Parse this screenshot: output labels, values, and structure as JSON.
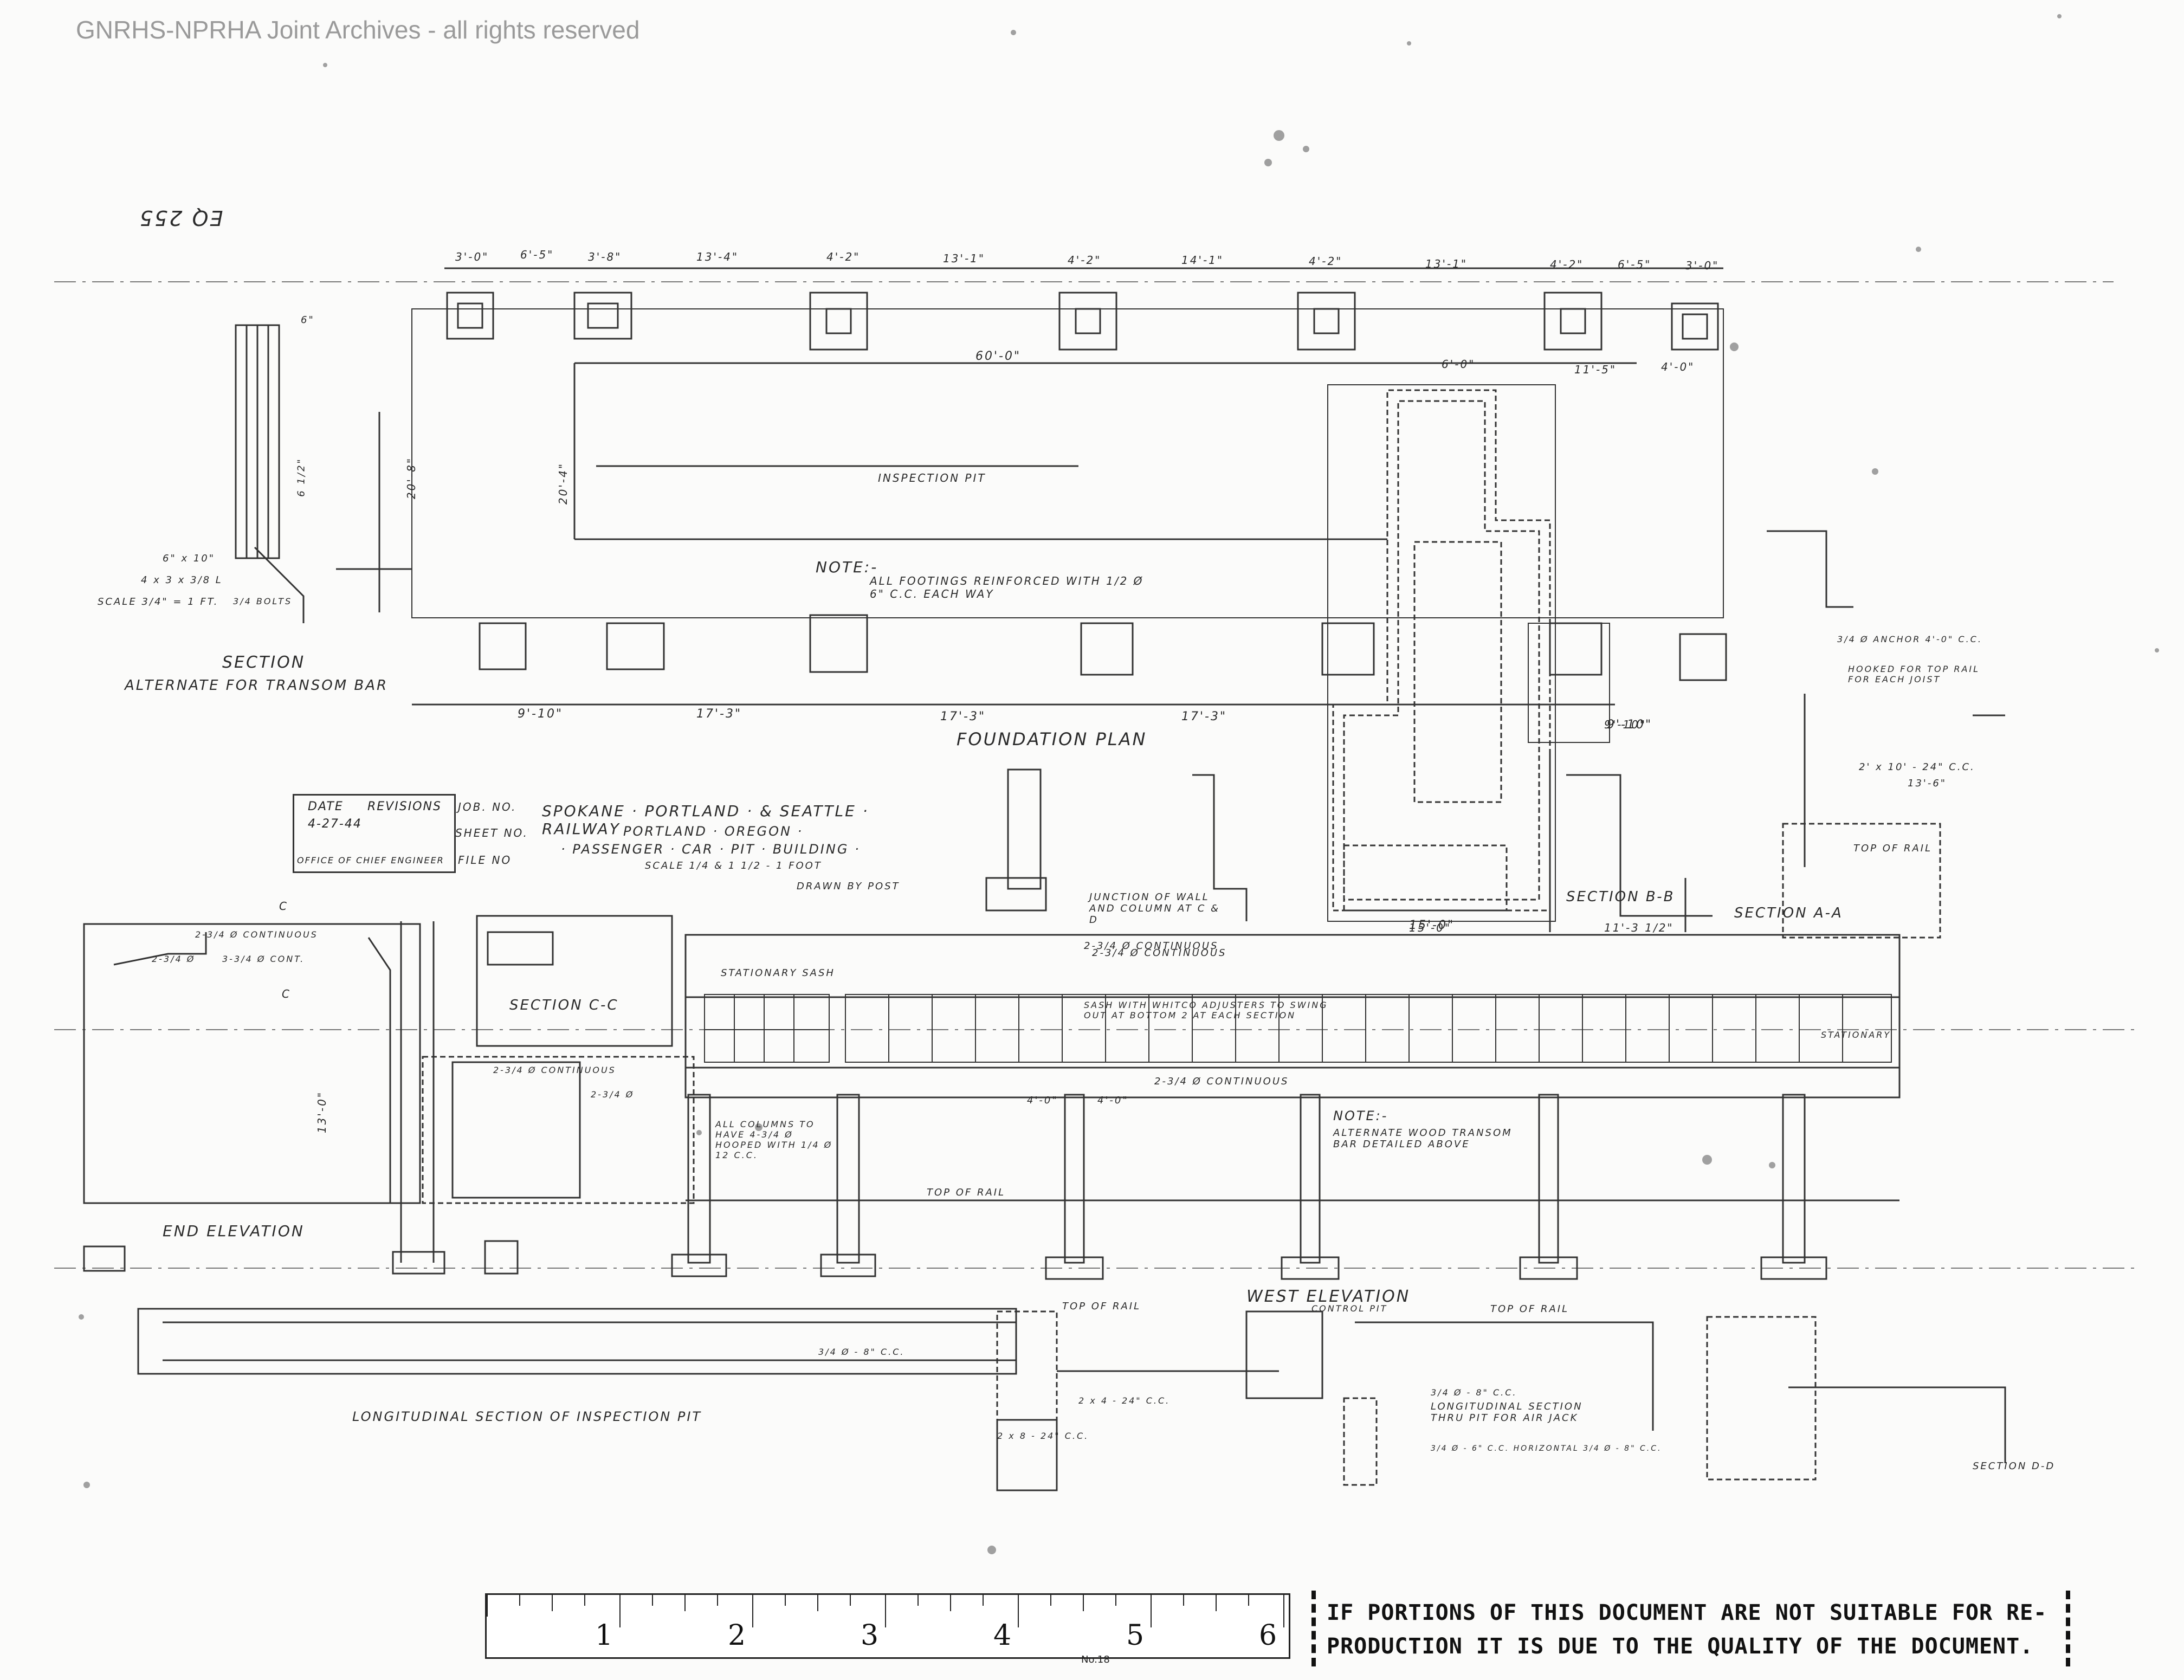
{
  "watermark": "GNRHS-NPRHA Joint Archives - all rights reserved",
  "drawing_number_top": "EQ 255",
  "foundation_plan": {
    "title": "FOUNDATION PLAN",
    "pit_label": "INSPECTION PIT",
    "note_heading": "NOTE:-",
    "note_text": "ALL FOOTINGS REINFORCED WITH 1/2 Ø 6\" C.C. EACH WAY",
    "dims_top": [
      "3'-0\"",
      "6'-5\"",
      "3'-8\"",
      "13'-4\"",
      "4'-2\"",
      "13'-1\"",
      "4'-2\"",
      "14'-1\"",
      "4'-2\"",
      "13'-1\"",
      "4'-2\"",
      "6'-5\"",
      "3'-0\""
    ],
    "dims_bottom": [
      "9'-10\"",
      "17'-3\"",
      "17'-3\"",
      "17'-3\"",
      "9'-10\""
    ],
    "overall_length": "60'-0\"",
    "width_dims": [
      "20'-8\"",
      "20'-4\"",
      "11'-5\"",
      "4'-0\"",
      "6'-0\"",
      "15'-0\""
    ]
  },
  "transom_section": {
    "title": "SECTION",
    "subtitle": "ALTERNATE FOR TRANSOM BAR",
    "scale": "SCALE 3/4\" = 1 FT.",
    "labels": [
      "6\" x 10\"",
      "4 x 3 x 3/8 L",
      "3/4 BOLTS",
      "6\"",
      "6 1/2\""
    ]
  },
  "title_block": {
    "table": {
      "date_head": "DATE",
      "revisions_head": "REVISIONS",
      "date": "4-27-44",
      "office": "OFFICE OF CHIEF ENGINEER",
      "job": "JOB. NO.",
      "sheet": "SHEET NO.",
      "file": "FILE NO"
    },
    "railway": "SPOKANE · PORTLAND · & SEATTLE · RAILWAY",
    "location": "PORTLAND · OREGON ·",
    "building": "· PASSENGER · CAR · PIT · BUILDING ·",
    "scale": "SCALE 1/4 & 1 1/2 - 1 FOOT",
    "drawn_by": "DRAWN BY POST"
  },
  "sections": {
    "bb": "SECTION B-B",
    "aa": "SECTION A-A",
    "cc": "SECTION C-C",
    "junction": "JUNCTION OF WALL AND COLUMN AT C & D",
    "top_of_rail": "TOP OF RAIL",
    "bb_dims": [
      "15'-0\"",
      "11'-3 1/2\"",
      "9'-10\""
    ],
    "aa_labels": [
      "3/4 Ø ANCHOR 4'-0\" C.C.",
      "HOOKED FOR TOP RAIL FOR EACH JOIST",
      "2' x 10' - 24\" C.C.",
      "13'-6\""
    ]
  },
  "end_elevation": {
    "title": "END ELEVATION",
    "labels": [
      "2-3/4 Ø CONTINUOUS",
      "2-3/4 Ø",
      "3-3/4 Ø CONT.",
      "2-3/4 Ø CONTINUOUS",
      "2-3/4 Ø",
      "C",
      "C",
      "13'-0\""
    ]
  },
  "west_elevation": {
    "title": "WEST ELEVATION",
    "labels": {
      "stationary_sash": "STATIONARY SASH",
      "sash_note": "SASH WITH WHITCO ADJUSTERS TO SWING OUT AT BOTTOM 2 AT EACH SECTION",
      "continuous_top": "2-3/4 Ø CONTINUOUS",
      "continuous_mid": "2-3/4 Ø CONTINUOUS",
      "continuous_upper": "2-3/4 Ø CONTINUOUS",
      "columns_note": "ALL COLUMNS TO HAVE 4-3/4 Ø HOOPED WITH 1/4 Ø 12 C.C.",
      "top_of_rail": "TOP OF RAIL",
      "stationary": "STATIONARY",
      "note_heading": "NOTE:-",
      "note_text": "ALTERNATE WOOD TRANSOM BAR DETAILED ABOVE",
      "dim_a": "4'-0\"",
      "dim_b": "4'-0\""
    }
  },
  "longitudinal": {
    "title": "LONGITUDINAL SECTION OF INSPECTION PIT",
    "labels": [
      "TOP OF RAIL",
      "TOP OF RAIL",
      "3/4 Ø - 8\" C.C.",
      "CONTROL PIT",
      "2 x 4 - 24\" C.C.",
      "2 x 8 - 24\" C.C."
    ]
  },
  "air_jack": {
    "title": "LONGITUDINAL SECTION THRU PIT FOR AIR JACK",
    "labels": [
      "3/4 Ø - 8\" C.C.",
      "3/4 Ø - 6\" C.C. HORIZONTAL 3/4 Ø - 8\" C.C."
    ]
  },
  "section_d": {
    "title": "SECTION D-D"
  },
  "ruler": {
    "numbers": [
      "1",
      "2",
      "3",
      "4",
      "5",
      "6"
    ],
    "model": "No.18"
  },
  "notice": {
    "line1": "IF PORTIONS OF THIS DOCUMENT ARE NOT SUITABLE FOR RE-",
    "line2": "PRODUCTION IT IS DUE TO THE QUALITY OF THE DOCUMENT."
  }
}
